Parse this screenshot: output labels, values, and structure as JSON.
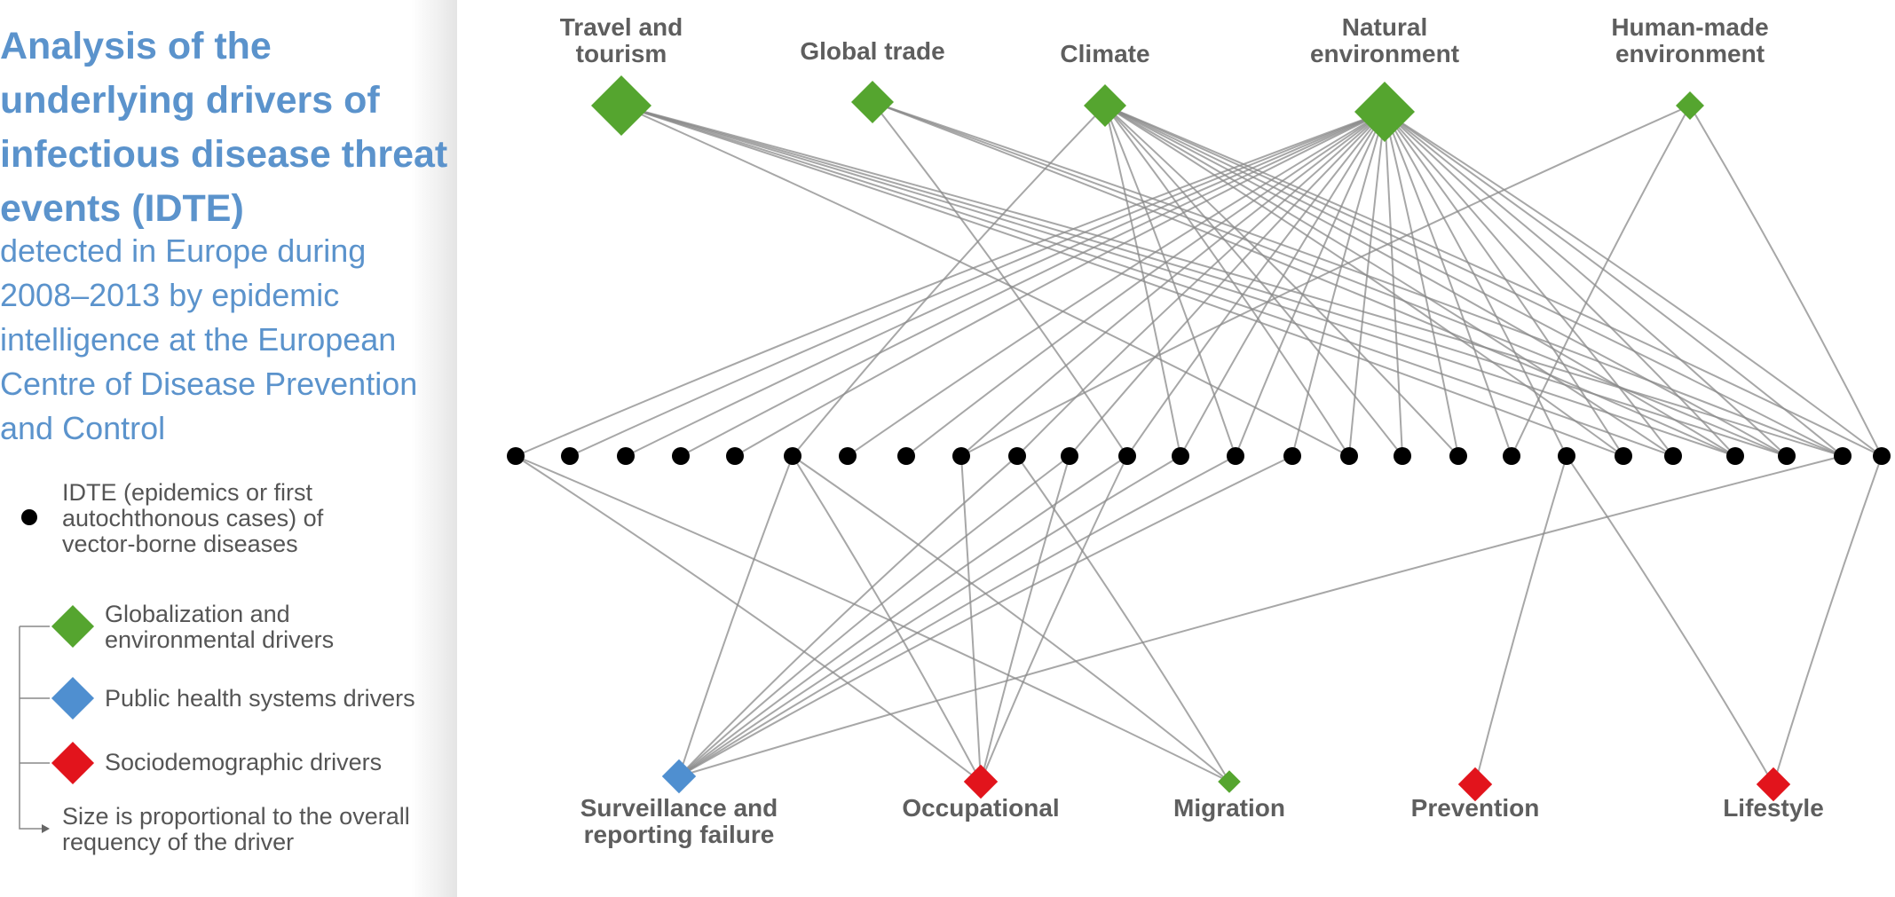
{
  "title": "Analysis of the underlying drivers of infectious disease threat events (IDTE)",
  "subtitle": "detected in Europe during 2008–2013 by epidemic intelligence at the European Centre of Disease Prevention and Control",
  "legend": {
    "idte": "IDTE (epidemics or first autochthonous cases) of vector-borne diseases",
    "globalization": "Globalization and environmental drivers",
    "public_health": "Public health systems drivers",
    "sociodemographic": "Sociodemographic drivers",
    "size_note": "Size is proportional to the overall requency of the driver"
  },
  "colors": {
    "title": "#5b93cc",
    "globalization": "#55a52f",
    "public_health": "#4f8fd0",
    "sociodemographic": "#e2141c",
    "idte": "#000000",
    "edge": "#8a8a8a",
    "label": "#5e5e5e"
  },
  "top_drivers": [
    {
      "lines": [
        "Travel and",
        "tourism"
      ],
      "category": "globalization",
      "relative_size": "large"
    },
    {
      "lines": [
        "Global trade"
      ],
      "category": "globalization",
      "relative_size": "medium"
    },
    {
      "lines": [
        "Climate"
      ],
      "category": "globalization",
      "relative_size": "medium"
    },
    {
      "lines": [
        "Natural",
        "environment"
      ],
      "category": "globalization",
      "relative_size": "large"
    },
    {
      "lines": [
        "Human-made",
        "environment"
      ],
      "category": "globalization",
      "relative_size": "small"
    }
  ],
  "bottom_drivers": [
    {
      "lines": [
        "Surveillance and",
        "reporting failure"
      ],
      "category": "public_health",
      "relative_size": "medium"
    },
    {
      "lines": [
        "Occupational"
      ],
      "category": "sociodemographic",
      "relative_size": "medium"
    },
    {
      "lines": [
        "Migration"
      ],
      "category": "globalization",
      "relative_size": "small"
    },
    {
      "lines": [
        "Prevention"
      ],
      "category": "sociodemographic",
      "relative_size": "medium"
    },
    {
      "lines": [
        "Lifestyle"
      ],
      "category": "sociodemographic",
      "relative_size": "medium"
    }
  ],
  "idte_event_count": 26
}
